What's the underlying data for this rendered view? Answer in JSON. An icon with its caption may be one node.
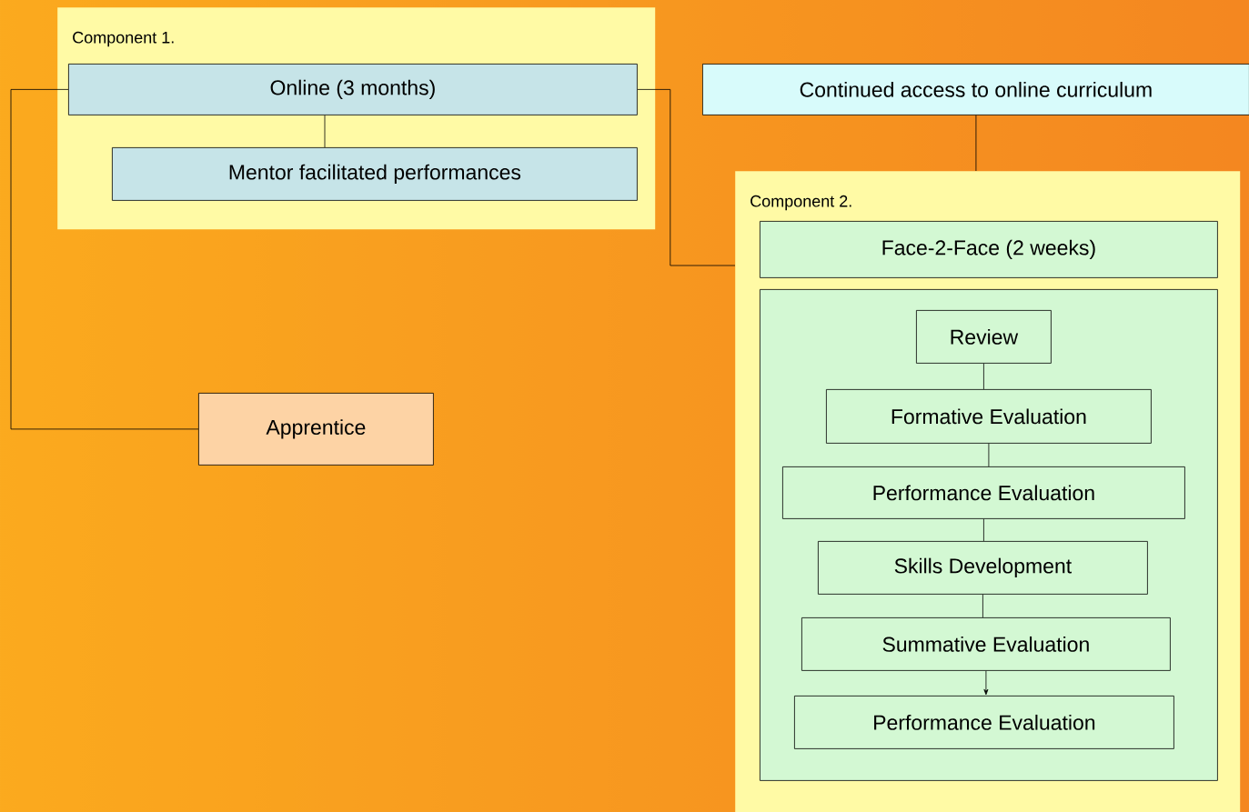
{
  "diagram": {
    "nodes": [
      {
        "text": [
          "Component 1."
        ]
      },
      {
        "text": [
          "Online (3 months)"
        ],
        "in": 0
      },
      {
        "text": [
          "Mentor facilitated performances"
        ],
        "in": 0
      },
      {
        "text": [
          "Continued access to online curriculum"
        ]
      },
      {
        "text": [
          "Component 2."
        ]
      },
      {
        "text": [
          "Face-2-Face  (2 weeks)"
        ],
        "in": 4
      },
      {
        "text": [],
        "shape": "box",
        "in": 4
      },
      {
        "text": [
          "Review"
        ],
        "in": 6
      },
      {
        "text": [
          "Formative Evaluation"
        ],
        "in": 6
      },
      {
        "text": [
          "Performance Evaluation"
        ],
        "in": 6
      },
      {
        "text": [
          "Skills Development"
        ],
        "in": 6
      },
      {
        "text": [
          "Summative Evaluation"
        ],
        "in": 6
      },
      {
        "text": [
          "Performance Evaluation"
        ],
        "in": 6
      },
      {
        "text": [
          "Apprentice"
        ]
      }
    ],
    "edges": [
      {
        "from": 1,
        "to": 2,
        "arrow": "none"
      },
      {
        "from": 1,
        "to": 4,
        "arrow": "none"
      },
      {
        "from": 3,
        "to": 4,
        "arrow": "none"
      },
      {
        "from": 1,
        "to": 13,
        "arrow": "none"
      },
      {
        "from": 7,
        "to": 8,
        "arrow": "none"
      },
      {
        "from": 8,
        "to": 9,
        "arrow": "none"
      },
      {
        "from": 9,
        "to": 10,
        "arrow": "none"
      },
      {
        "from": 10,
        "to": 11,
        "arrow": "none"
      },
      {
        "from": 11,
        "to": 12,
        "arrow": "to"
      }
    ]
  }
}
